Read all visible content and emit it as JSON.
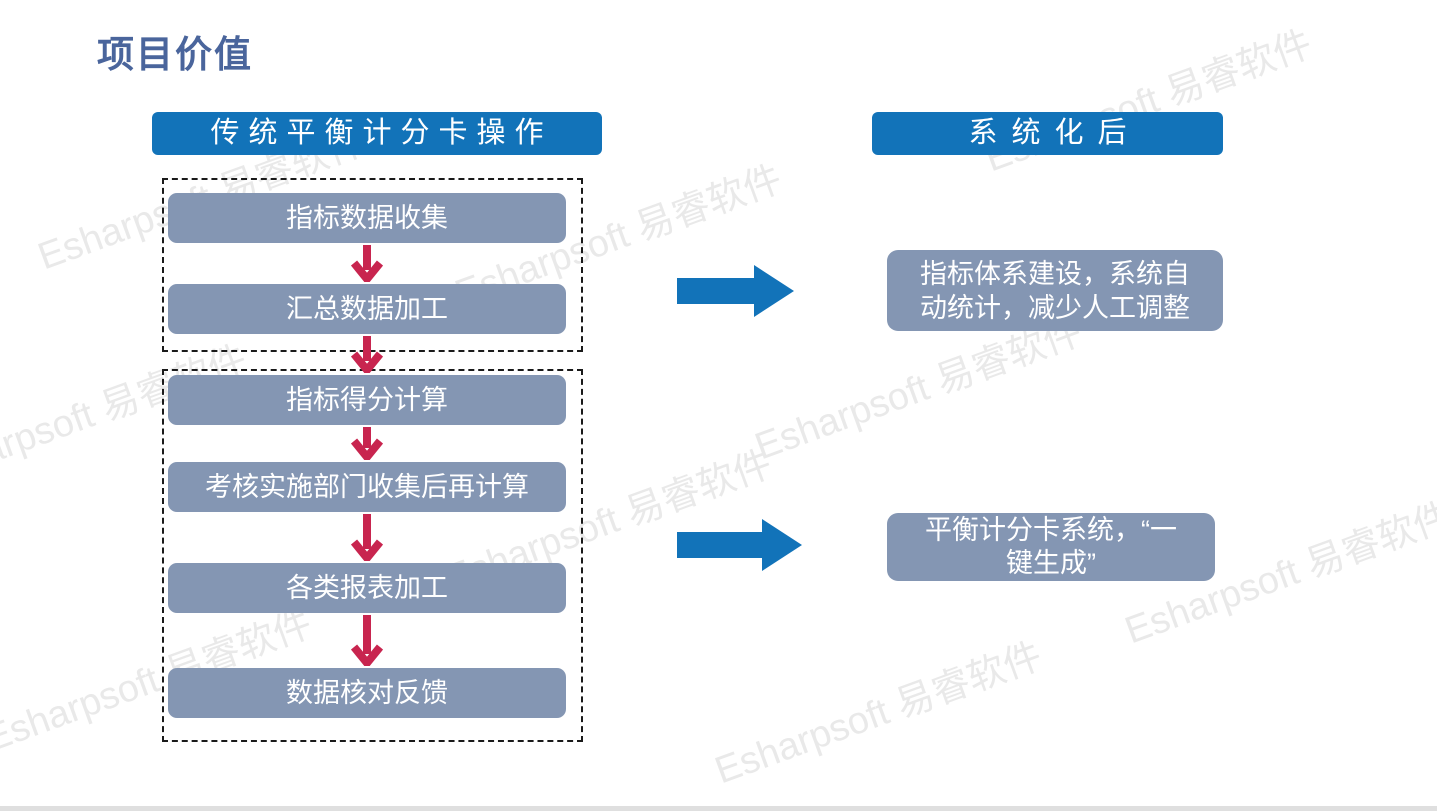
{
  "page": {
    "title": "项目价值",
    "watermark_text": "Esharpsoft 易睿软件"
  },
  "colors": {
    "title_text": "#4a659c",
    "header_bg": "#1273b9",
    "step_box_bg": "#8496b3",
    "flow_arrow": "#c8254f",
    "big_arrow": "#1273b9",
    "watermark": "#e9e9e9"
  },
  "left_column": {
    "header": "传统平衡计分卡操作",
    "group1_steps": [
      "指标数据收集",
      "汇总数据加工"
    ],
    "group2_steps": [
      "指标得分计算",
      "考核实施部门收集后再计算",
      "各类报表加工",
      "数据核对反馈"
    ]
  },
  "right_column": {
    "header": "系统化后",
    "result1_lines": [
      "指标体系建设，系统自",
      "动统计，减少人工调整"
    ],
    "result2_lines": [
      "平衡计分卡系统，“一",
      "键生成”"
    ]
  }
}
